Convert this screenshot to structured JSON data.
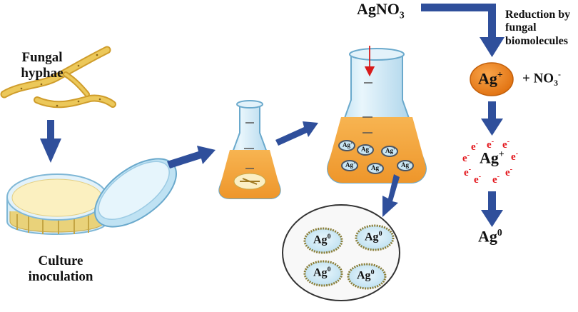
{
  "labels": {
    "fungal_hyphae_1": "Fungal",
    "fungal_hyphae_2": "hyphae",
    "culture_1": "Culture",
    "culture_2": "inoculation",
    "agno3_main": "AgNO",
    "agno3_sub": "3",
    "reduction_1": "Reduction by",
    "reduction_2": "fungal",
    "reduction_3": "biomolecules",
    "ag_plus_main": "Ag",
    "ag_plus_sup": "+",
    "no3_prefix": "+ NO",
    "no3_sub": "3",
    "no3_sup": "-",
    "ag_ion_main": "Ag",
    "ag_ion_sup": "+",
    "ag0_main": "Ag",
    "ag0_sup": "0",
    "electron_main": "e",
    "electron_sup": "-",
    "np_ag": "Ag",
    "np_ag_sup": "0"
  },
  "colors": {
    "arrow_blue": "#2f4f9b",
    "medium_orange": "#f4a43a",
    "ion_orange": "#ef7e1c",
    "hyphae_yellow": "#e0b848",
    "agar_cream": "#fbf0c0",
    "glass": "#cfe9f6",
    "electron_red": "#e3161c"
  }
}
